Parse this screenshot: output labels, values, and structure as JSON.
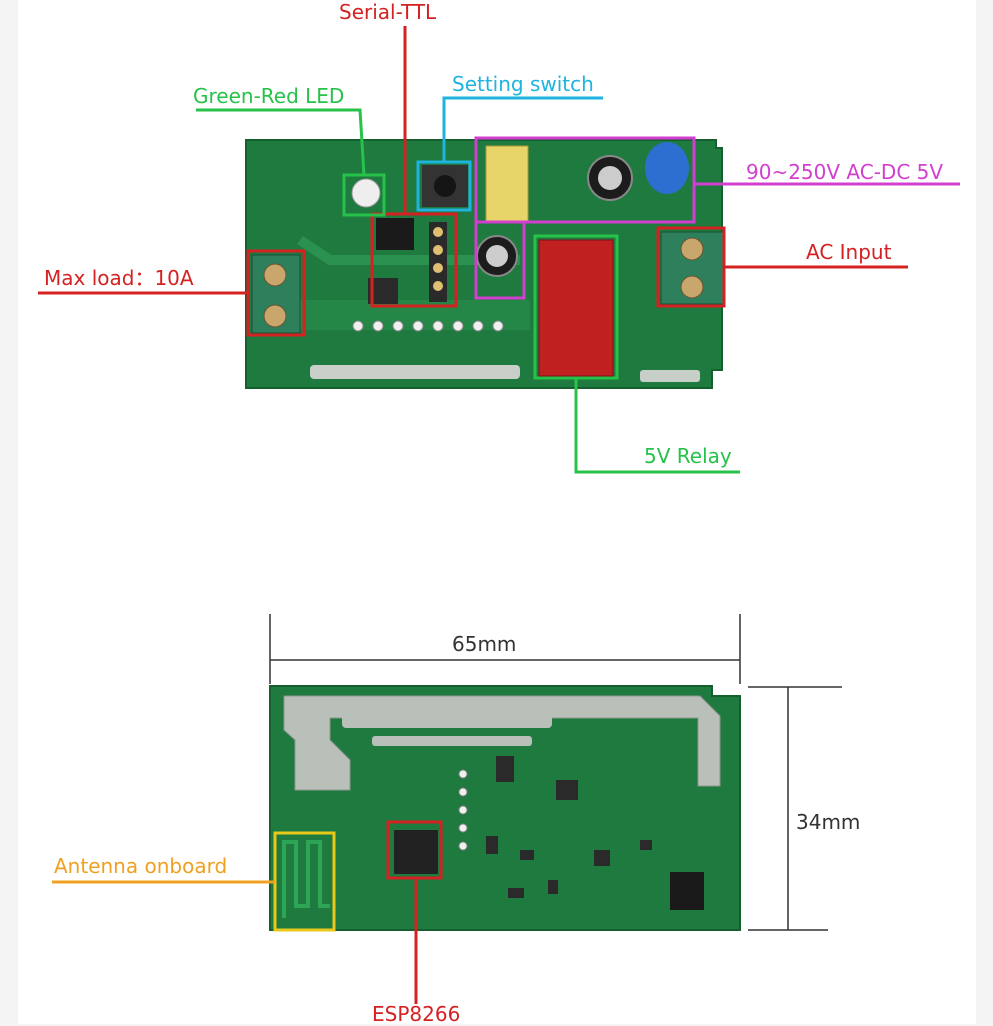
{
  "colors": {
    "red": "#d42222",
    "green": "#26c24a",
    "cyan": "#1fb3e0",
    "magenta": "#d23fd0",
    "orange": "#f0a020",
    "yellow": "#e8c81a",
    "board": "#1e7a3e",
    "board_dark": "#155f2e",
    "trace": "#2a9150",
    "dimension": "#333333"
  },
  "top_board": {
    "labels": {
      "serial_ttl": "Serial-TTL",
      "green_red_led": "Green-Red LED",
      "setting_switch": "Setting switch",
      "power_supply": "90~250V AC-DC 5V",
      "ac_input": "AC Input",
      "max_load": "Max load：10A",
      "relay": "5V Relay"
    }
  },
  "bottom_board": {
    "width_label": "65mm",
    "height_label": "34mm",
    "labels": {
      "antenna": "Antenna onboard",
      "esp": "ESP8266"
    }
  }
}
